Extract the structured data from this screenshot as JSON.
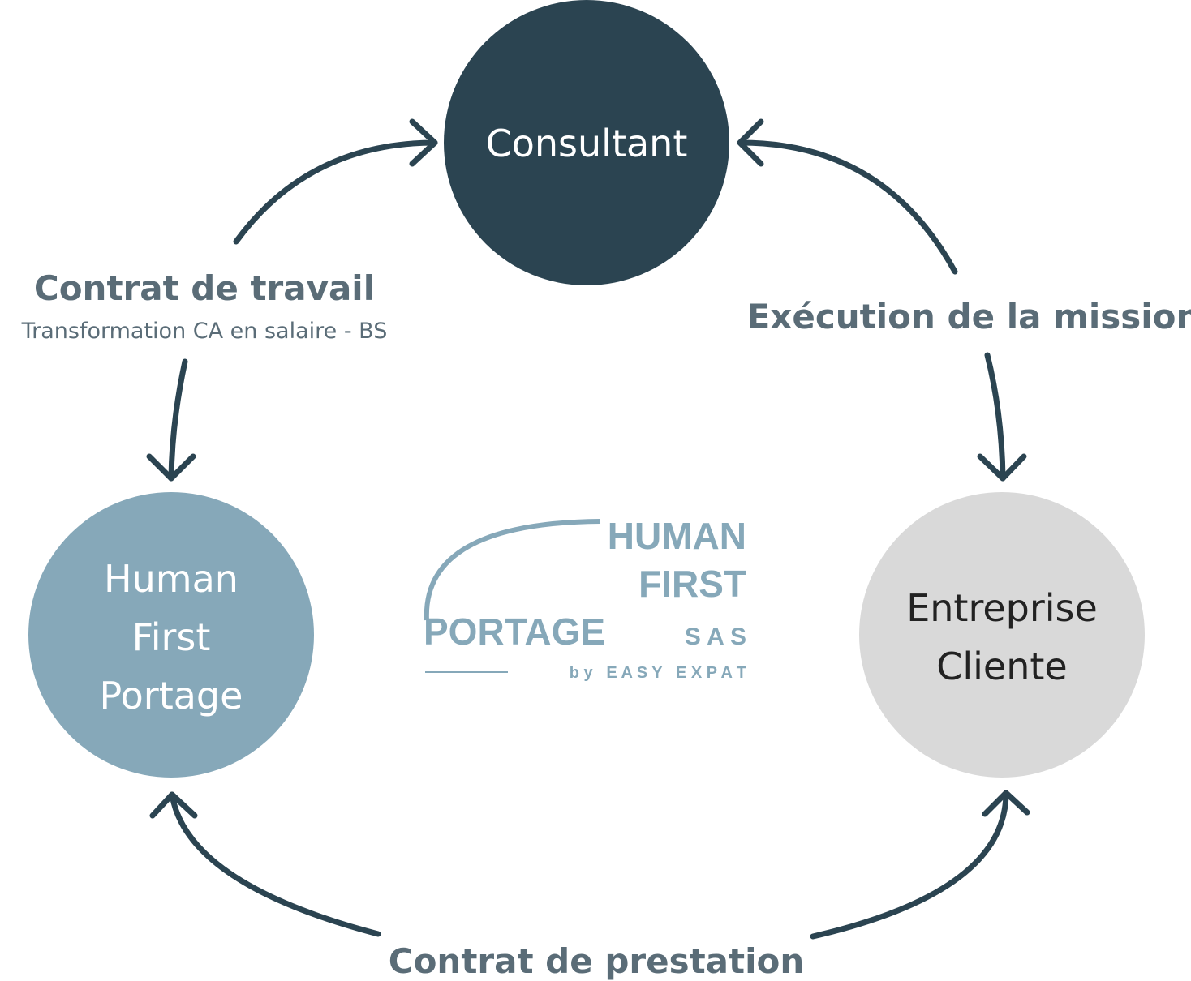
{
  "nodes": {
    "consultant": {
      "label": "Consultant",
      "color": "#2b4451"
    },
    "hfp": {
      "lines": [
        "Human",
        "First",
        "Portage"
      ],
      "color": "#86a8b9"
    },
    "client": {
      "lines": [
        "Entreprise",
        "Cliente"
      ],
      "color": "#d9d9d9"
    }
  },
  "edges": {
    "contrat_travail": {
      "title": "Contrat de travail",
      "subtitle": "Transformation CA en salaire - BS"
    },
    "execution": {
      "title": "Exécution de la mission"
    },
    "prestation": {
      "title": "Contrat de prestation"
    }
  },
  "logo": {
    "line1": "HUMAN",
    "line2": "FIRST",
    "line3": "PORTAGE",
    "suffix": "S A S",
    "tagline": "b y   E A S Y   E X P A T",
    "color": "#86a8b9"
  },
  "colors": {
    "arrow": "#2b4451",
    "label": "#5a6c77"
  }
}
